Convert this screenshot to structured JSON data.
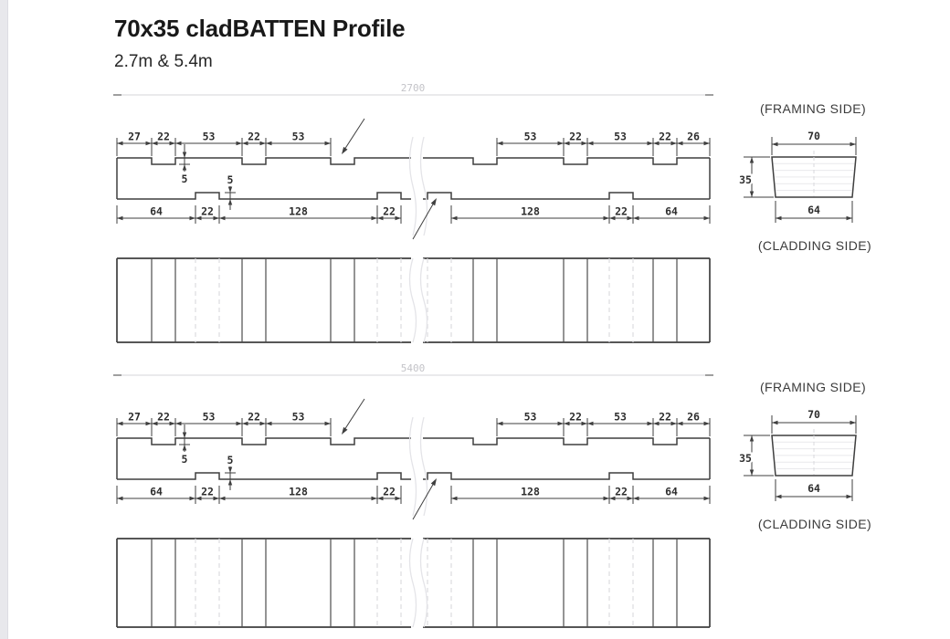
{
  "page": {
    "title": "70x35 cladBATTEN Profile",
    "subtitle": "2.7m & 5.4m"
  },
  "colors": {
    "line": "#3f3f3f",
    "light_line": "#d4d4d8",
    "hidden_line": "#dcdce0",
    "overall_dim_text": "#c3c3c8",
    "text": "#191919",
    "gutter": "#e8e8ec"
  },
  "drawings": [
    {
      "id": "batten-2700",
      "overall_length": "2700",
      "top_dims_left": [
        "27",
        "22",
        "53",
        "22",
        "53"
      ],
      "top_dims_right": [
        "53",
        "22",
        "53",
        "22",
        "26"
      ],
      "bottom_dims_left": [
        "64",
        "22",
        "128",
        "22"
      ],
      "bottom_dims_right": [
        "128",
        "22",
        "64"
      ],
      "notch_depth_top": "5",
      "notch_depth_bottom": "5",
      "section": {
        "framing_label": "(FRAMING SIDE)",
        "cladding_label": "(CLADDING SIDE)",
        "top_width": "70",
        "height": "35",
        "bottom_width": "64"
      }
    },
    {
      "id": "batten-5400",
      "overall_length": "5400",
      "top_dims_left": [
        "27",
        "22",
        "53",
        "22",
        "53"
      ],
      "top_dims_right": [
        "53",
        "22",
        "53",
        "22",
        "26"
      ],
      "bottom_dims_left": [
        "64",
        "22",
        "128",
        "22"
      ],
      "bottom_dims_right": [
        "128",
        "22",
        "64"
      ],
      "notch_depth_top": "5",
      "notch_depth_bottom": "5",
      "section": {
        "framing_label": "(FRAMING SIDE)",
        "cladding_label": "(CLADDING SIDE)",
        "top_width": "70",
        "height": "35",
        "bottom_width": "64"
      }
    }
  ]
}
